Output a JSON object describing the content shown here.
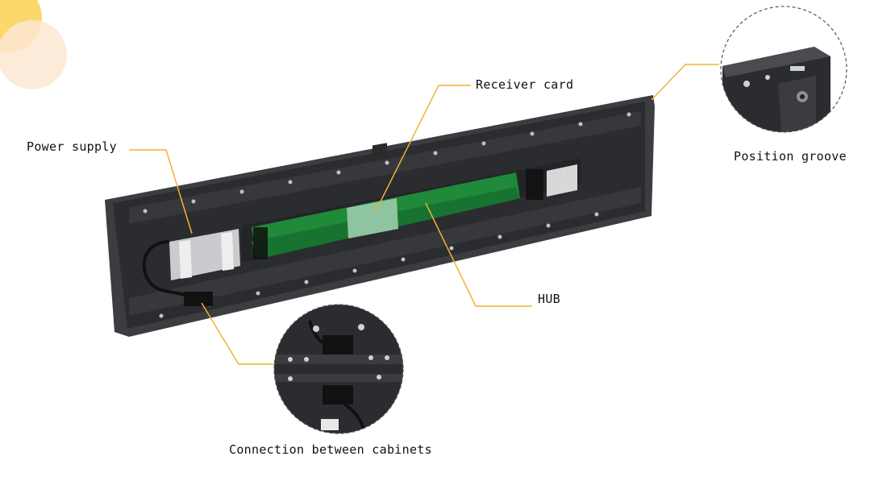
{
  "colors": {
    "leader_line": "#f2b233",
    "deco_circle_1": "#fbd45a",
    "deco_circle_2": "#fde7d3",
    "cabinet_dark": "#2a2b2e",
    "cabinet_frame": "#3a3c40",
    "pcb_green": "#1f8a3a",
    "circle_border": "#555555"
  },
  "labels": {
    "power_supply": "Power supply",
    "receiver_card": "Receiver card",
    "hub": "HUB",
    "position_groove": "Position groove",
    "connection": "Connection between cabinets"
  }
}
